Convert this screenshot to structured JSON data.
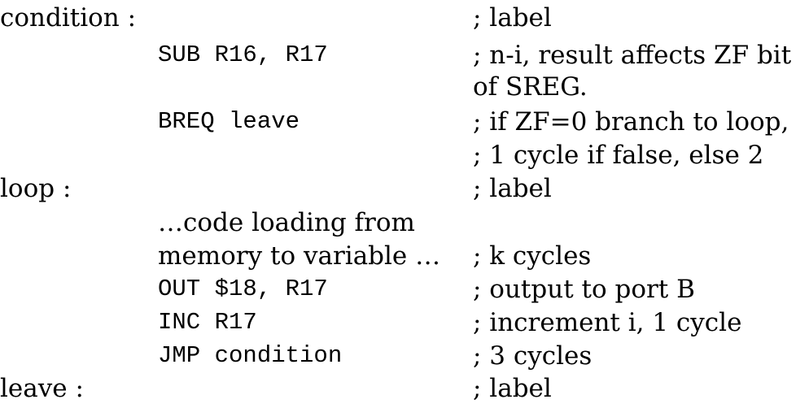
{
  "listing": {
    "lines": [
      {
        "label": "condition :",
        "code": "",
        "prose": "",
        "comment": "; label"
      },
      {
        "label": "",
        "code": "SUB R16, R17",
        "prose": "",
        "comment": "; n-i, result affects ZF bit"
      },
      {
        "label": "",
        "code": "",
        "prose": "",
        "comment": "of SREG."
      },
      {
        "label": "",
        "code": "BREQ leave",
        "prose": "",
        "comment": "; if ZF=0 branch to loop,"
      },
      {
        "label": "",
        "code": "",
        "prose": "",
        "comment": "; 1 cycle if false, else 2"
      },
      {
        "label": "loop :",
        "code": "",
        "prose": "",
        "comment": "; label"
      },
      {
        "label": "",
        "code": "",
        "prose": "…code loading from",
        "comment": ""
      },
      {
        "label": "",
        "code": "",
        "prose": "memory to variable …",
        "comment": "; k cycles"
      },
      {
        "label": "",
        "code": "OUT $18, R17",
        "prose": "",
        "comment": "; output to port B"
      },
      {
        "label": "",
        "code": "INC R17",
        "prose": "",
        "comment": "; increment i, 1 cycle"
      },
      {
        "label": "",
        "code": "JMP condition",
        "prose": "",
        "comment": "; 3 cycles"
      },
      {
        "label": "leave :",
        "code": "",
        "prose": "",
        "comment": "; label"
      }
    ]
  }
}
